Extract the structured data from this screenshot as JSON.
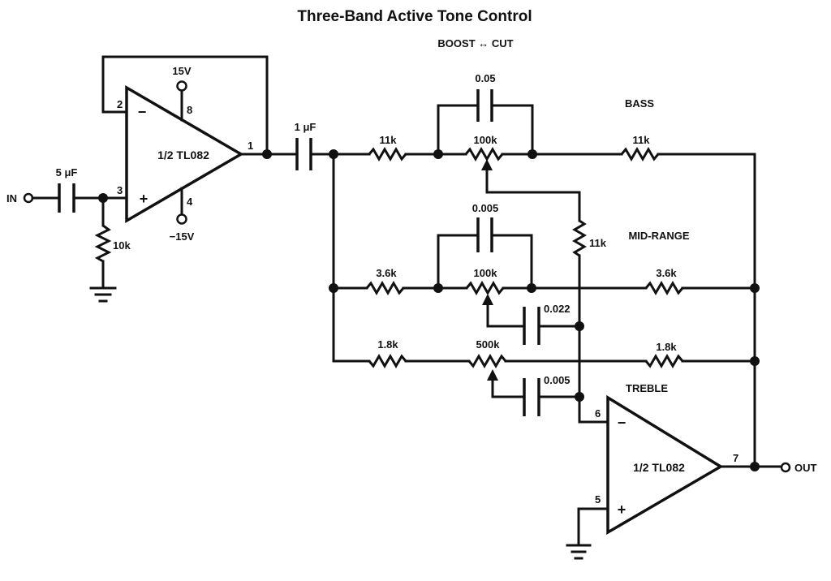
{
  "title": "Three-Band Active Tone Control",
  "boost_cut_label": "BOOST ↔ CUT",
  "band_labels": {
    "bass": "BASS",
    "mid": "MID-RANGE",
    "treble": "TREBLE"
  },
  "terminals": {
    "input": "IN",
    "output": "OUT",
    "v_plus": "15V",
    "v_minus": "−15V"
  },
  "opamp1": {
    "label": "1/2  TL082",
    "pins": {
      "inv": "2",
      "noninv": "3",
      "out": "1",
      "vplus": "8",
      "vminus": "4"
    },
    "inv_sign": "−",
    "noninv_sign": "+"
  },
  "opamp2": {
    "label": "1/2  TL082",
    "pins": {
      "inv": "6",
      "noninv": "5",
      "out": "7"
    },
    "inv_sign": "−",
    "noninv_sign": "+"
  },
  "components": {
    "c_in": "5 μF",
    "r_bias": "10k",
    "c_couple": "1 μF",
    "bass_r_in": "11k",
    "bass_pot": "100k",
    "bass_cap": "0.05",
    "bass_r_out": "11k",
    "bass_wiper_r": "11k",
    "mid_r_in": "3.6k",
    "mid_pot": "100k",
    "mid_cap": "0.005",
    "mid_r_out": "3.6k",
    "mid_wiper_cap": "0.022",
    "treble_r_in": "1.8k",
    "treble_pot": "500k",
    "treble_r_out": "1.8k",
    "treble_wiper_cap": "0.005"
  }
}
